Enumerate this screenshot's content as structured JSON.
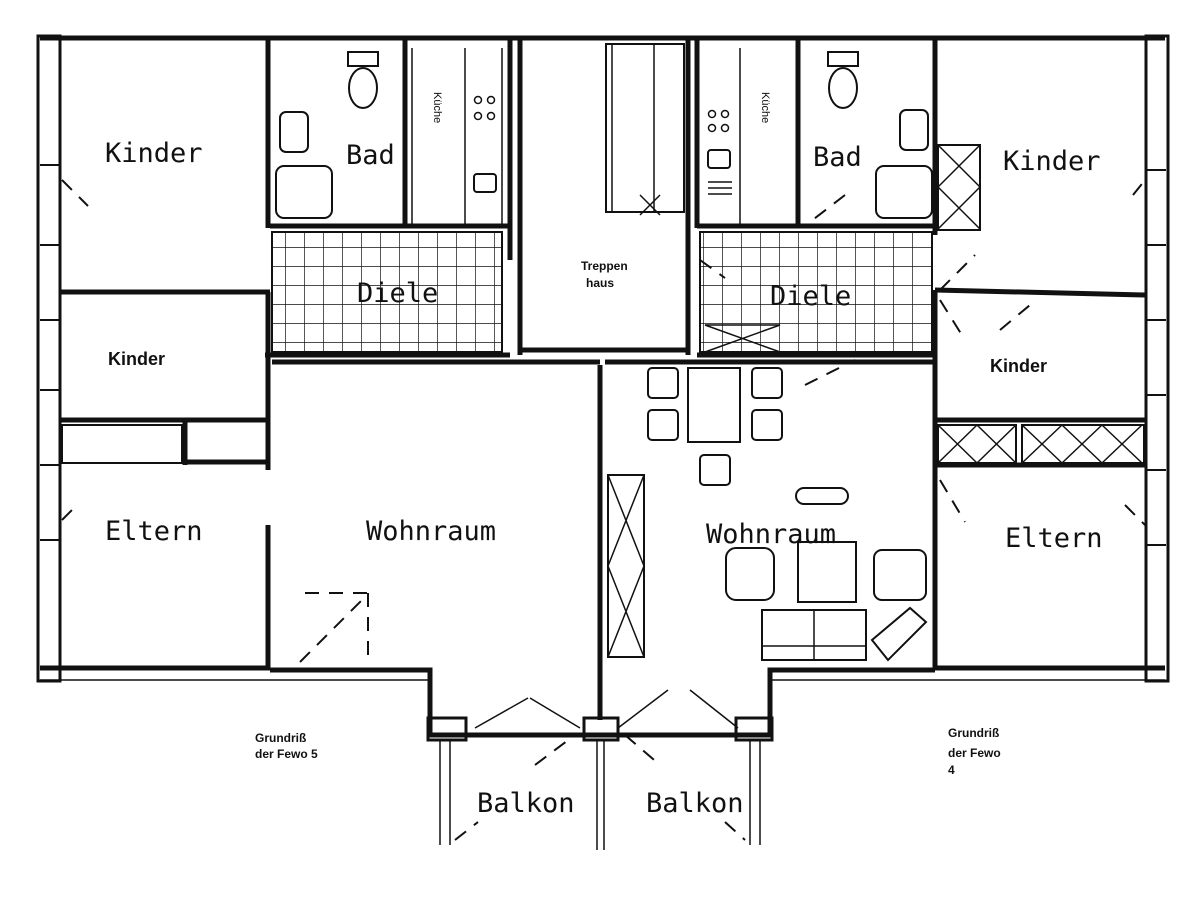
{
  "rooms": {
    "kinder_top_left": "Kinder",
    "bad_left": "Bad",
    "kueche_left": "Küche",
    "kueche_right": "Küche",
    "bad_right": "Bad",
    "kinder_top_right": "Kinder",
    "diele_left": "Diele",
    "treppenhaus_line1": "Treppen",
    "treppenhaus_line2": "haus",
    "diele_right": "Diele",
    "kinder_mid_left": "Kinder",
    "kinder_mid_right": "Kinder",
    "eltern_left": "Eltern",
    "wohnraum_left": "Wohnraum",
    "wohnraum_right": "Wohnraum",
    "eltern_right": "Eltern",
    "balkon_left": "Balkon",
    "balkon_right": "Balkon"
  },
  "captions": {
    "fewo5_line1": "Grundriß",
    "fewo5_line2": "der Fewo 5",
    "fewo4_line1": "Grundriß",
    "fewo4_line2": "der Fewo",
    "fewo4_line3": "4"
  }
}
